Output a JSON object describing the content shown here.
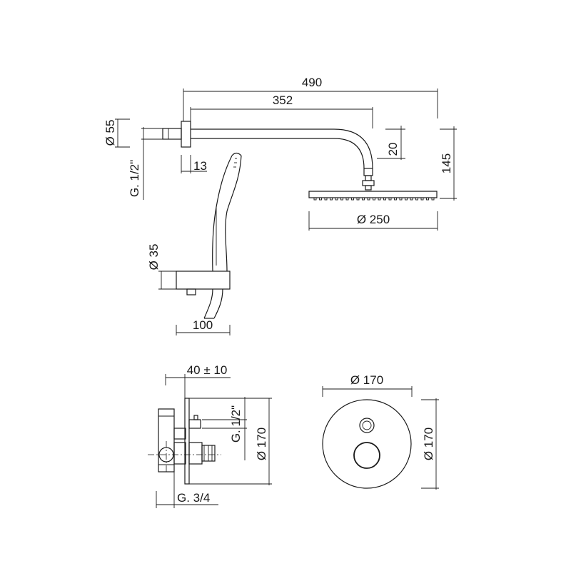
{
  "dimensions": {
    "arm_total_length": "490",
    "arm_length": "352",
    "wall_flange_diameter": "Ø 55",
    "arm_connection_thread": "G. 1/2\"",
    "flange_depth": "13",
    "arm_drop": "20",
    "total_height": "145",
    "head_diameter": "Ø 250",
    "holder_diameter": "Ø 35",
    "holder_length": "100",
    "mixer_depth": "40 ± 10",
    "mixer_outlet_thread": "G. 1/2\"",
    "mixer_plate_diameter": "Ø 170",
    "mixer_inlet_thread": "G. 3/4",
    "front_plate_width": "Ø 170",
    "front_plate_height": "Ø 170"
  },
  "colors": {
    "line": "#1a1a1a",
    "background": "#ffffff"
  }
}
